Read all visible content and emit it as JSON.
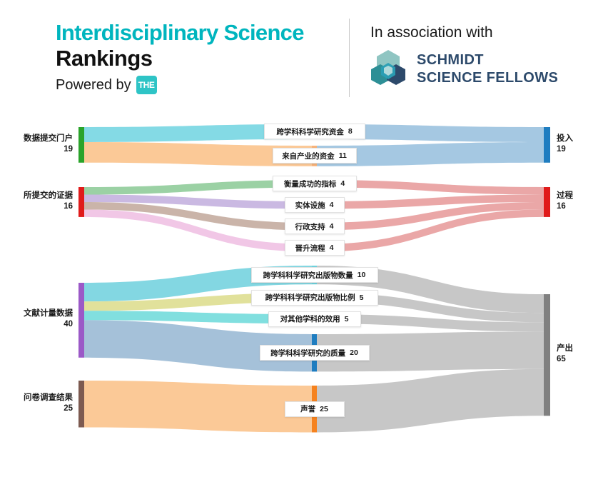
{
  "header": {
    "title_line1": "Interdisciplinary Science",
    "title_line2": "Rankings",
    "powered_by": "Powered by",
    "the_logo_text": "THE",
    "association_text": "In association with",
    "partner_line1": "SCHMIDT",
    "partner_line2": "SCIENCE FELLOWS",
    "brand_color": "#00b5be",
    "partner_color": "#2d4a6b"
  },
  "chart_data": {
    "type": "sankey",
    "title": "Interdisciplinary Science Rankings",
    "nodes": [
      {
        "id": "portal",
        "label": "数据提交门户",
        "value": 19,
        "column": "left",
        "color": "#2aa32a"
      },
      {
        "id": "evidence",
        "label": "所提交的证据",
        "value": 16,
        "column": "left",
        "color": "#e01b1b"
      },
      {
        "id": "biblio",
        "label": "文献计量数据",
        "value": 40,
        "column": "left",
        "color": "#9b59c7"
      },
      {
        "id": "survey",
        "label": "问卷调查结果",
        "value": 25,
        "column": "left",
        "color": "#7d5a50"
      },
      {
        "id": "res_funding",
        "label": "跨学科科学研究资金",
        "value": 8,
        "column": "middle",
        "color": "#5dc8d8"
      },
      {
        "id": "ind_funding",
        "label": "来自产业的资金",
        "value": 11,
        "column": "middle",
        "color": "#f6b27a"
      },
      {
        "id": "metrics",
        "label": "衡量成功的指标",
        "value": 4,
        "column": "middle",
        "color": "#8fcf99"
      },
      {
        "id": "facilities",
        "label": "实体设施",
        "value": 4,
        "column": "middle",
        "color": "#c3aedd"
      },
      {
        "id": "admin",
        "label": "行政支持",
        "value": 4,
        "column": "middle",
        "color": "#c3aa9e"
      },
      {
        "id": "promotion",
        "label": "晋升流程",
        "value": 4,
        "column": "middle",
        "color": "#eebde0"
      },
      {
        "id": "pub_count",
        "label": "跨学科科学研究出版物数量",
        "value": 10,
        "column": "middle",
        "color": "#6fd2dd"
      },
      {
        "id": "pub_ratio",
        "label": "跨学科科学研究出版物比例",
        "value": 5,
        "column": "middle",
        "color": "#dcdc8c"
      },
      {
        "id": "utility",
        "label": "对其他学科的效用",
        "value": 5,
        "column": "middle",
        "color": "#6fd8d8"
      },
      {
        "id": "quality",
        "label": "跨学科科学研究的质量",
        "value": 20,
        "column": "middle",
        "color": "#1f7dc0"
      },
      {
        "id": "reputation",
        "label": "声誉",
        "value": 25,
        "column": "middle",
        "color": "#f5821f"
      },
      {
        "id": "input",
        "label": "投入",
        "value": 19,
        "column": "right",
        "color": "#1f7dc0"
      },
      {
        "id": "process",
        "label": "过程",
        "value": 16,
        "column": "right",
        "color": "#e01b1b"
      },
      {
        "id": "output",
        "label": "产出",
        "value": 65,
        "column": "right",
        "color": "#808080"
      }
    ],
    "links": [
      {
        "source": "portal",
        "target": "res_funding",
        "value": 8,
        "color": "#7ad7e3"
      },
      {
        "source": "portal",
        "target": "ind_funding",
        "value": 11,
        "color": "#fbc48e"
      },
      {
        "source": "evidence",
        "target": "metrics",
        "value": 4,
        "color": "#92cd9c"
      },
      {
        "source": "evidence",
        "target": "facilities",
        "value": 4,
        "color": "#c6b3e0"
      },
      {
        "source": "evidence",
        "target": "admin",
        "value": 4,
        "color": "#c6aea2"
      },
      {
        "source": "evidence",
        "target": "promotion",
        "value": 4,
        "color": "#f0c2e4"
      },
      {
        "source": "biblio",
        "target": "pub_count",
        "value": 10,
        "color": "#78d4df"
      },
      {
        "source": "biblio",
        "target": "pub_ratio",
        "value": 5,
        "color": "#dede92"
      },
      {
        "source": "biblio",
        "target": "utility",
        "value": 5,
        "color": "#76dcdc"
      },
      {
        "source": "biblio",
        "target": "quality",
        "value": 20,
        "color": "#9dbcd6"
      },
      {
        "source": "survey",
        "target": "reputation",
        "value": 25,
        "color": "#fbc48e"
      },
      {
        "source": "res_funding",
        "target": "input",
        "value": 8,
        "color": "#9dc3e0"
      },
      {
        "source": "ind_funding",
        "target": "input",
        "value": 11,
        "color": "#9dc3e0"
      },
      {
        "source": "metrics",
        "target": "process",
        "value": 4,
        "color": "#e8a0a0"
      },
      {
        "source": "facilities",
        "target": "process",
        "value": 4,
        "color": "#e8a0a0"
      },
      {
        "source": "admin",
        "target": "process",
        "value": 4,
        "color": "#e8a0a0"
      },
      {
        "source": "promotion",
        "target": "process",
        "value": 4,
        "color": "#e8a0a0"
      },
      {
        "source": "pub_count",
        "target": "output",
        "value": 10,
        "color": "#c2c2c2"
      },
      {
        "source": "pub_ratio",
        "target": "output",
        "value": 5,
        "color": "#c2c2c2"
      },
      {
        "source": "utility",
        "target": "output",
        "value": 5,
        "color": "#c2c2c2"
      },
      {
        "source": "quality",
        "target": "output",
        "value": 20,
        "color": "#c2c2c2"
      },
      {
        "source": "reputation",
        "target": "output",
        "value": 25,
        "color": "#c2c2c2"
      }
    ]
  }
}
